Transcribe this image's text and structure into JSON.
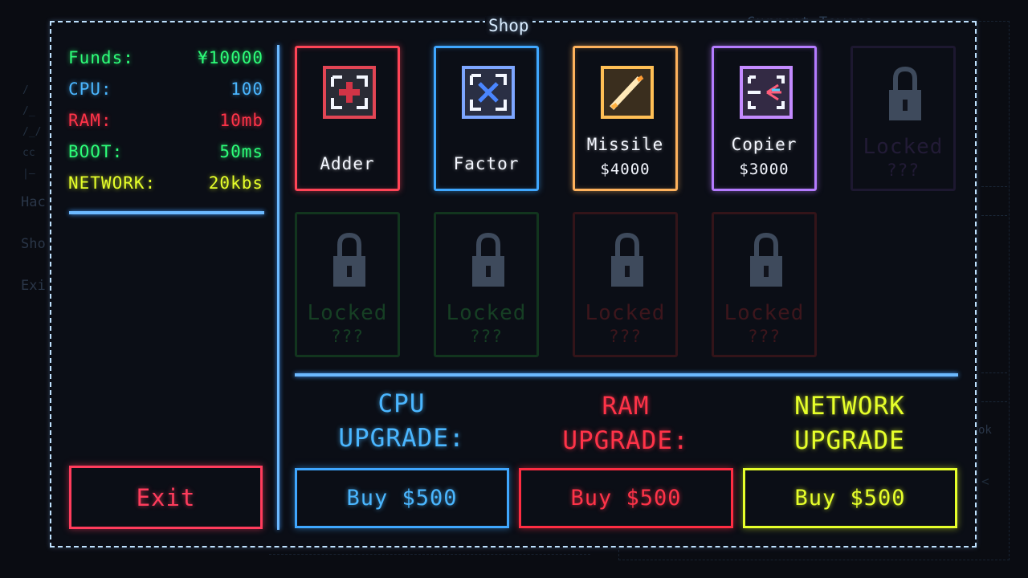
{
  "background": {
    "panel_title": "Current Towers",
    "side_items": [
      "Hac",
      "Sho",
      "Exi"
    ],
    "deco_lines": [
      "/",
      "/_",
      "/_/",
      "cc",
      "|—"
    ],
    "right_label": "ok",
    "right_mark": "<"
  },
  "shop": {
    "title": "Shop",
    "stats": [
      {
        "label": "Funds:",
        "value": "¥10000",
        "color": "#2dff79"
      },
      {
        "label": "CPU:",
        "value": "100",
        "color": "#4ab6ff"
      },
      {
        "label": "RAM:",
        "value": "10mb",
        "color": "#ff3348"
      },
      {
        "label": "BOOT:",
        "value": "50ms",
        "color": "#2dff79"
      },
      {
        "label": "NETWORK:",
        "value": "20kbs",
        "color": "#e6ff2a"
      }
    ],
    "towers_row1": [
      {
        "name": "Adder",
        "price": "",
        "locked": false,
        "color": "#ff4456",
        "icon": "adder-icon"
      },
      {
        "name": "Factor",
        "price": "",
        "locked": false,
        "color": "#3fa7ff",
        "icon": "factor-icon"
      },
      {
        "name": "Missile",
        "price": "$4000",
        "locked": false,
        "color": "#ffb25c",
        "icon": "missile-icon"
      },
      {
        "name": "Copier",
        "price": "$3000",
        "locked": false,
        "color": "#b47bff",
        "icon": "copier-icon"
      },
      {
        "name": "Locked",
        "price": "???",
        "locked": true,
        "color": "#1d1830",
        "icon": "padlock-icon"
      }
    ],
    "towers_row2": [
      {
        "name": "Locked",
        "price": "???",
        "locked": true,
        "color": "#12351e",
        "icon": "padlock-icon"
      },
      {
        "name": "Locked",
        "price": "???",
        "locked": true,
        "color": "#12351e",
        "icon": "padlock-icon"
      },
      {
        "name": "Locked",
        "price": "???",
        "locked": true,
        "color": "#331419",
        "icon": "padlock-icon"
      },
      {
        "name": "Locked",
        "price": "???",
        "locked": true,
        "color": "#331419",
        "icon": "padlock-icon"
      }
    ],
    "upgrades": {
      "cpu": {
        "line1": "CPU",
        "line2": "UPGRADE:",
        "button": "Buy $500",
        "color": "#4ab6ff"
      },
      "ram": {
        "line1": "RAM",
        "line2": "UPGRADE:",
        "button": "Buy $500",
        "color": "#ff3348"
      },
      "network": {
        "line1": "NETWORK",
        "line2": "UPGRADE",
        "button": "Buy $500",
        "color": "#e6ff2a"
      }
    },
    "exit_label": "Exit"
  }
}
